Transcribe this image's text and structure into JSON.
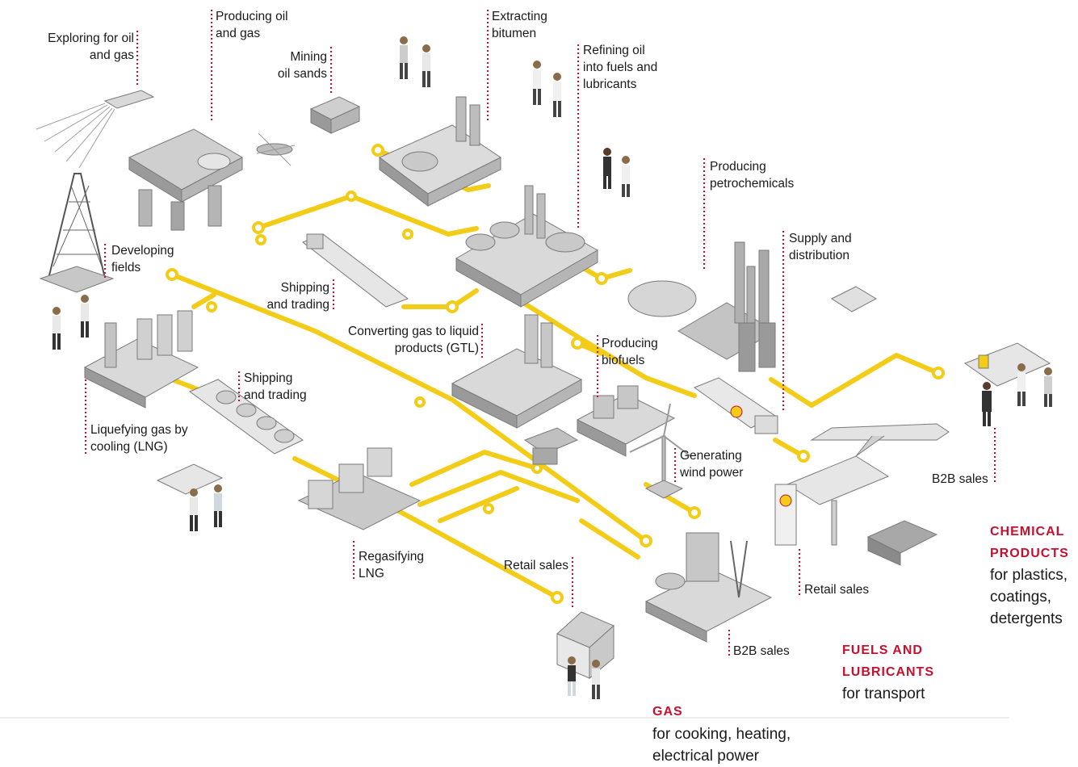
{
  "colors": {
    "pipeline": "#f2cc17",
    "leader": "#c8102e",
    "building_light": "#d9d9d9",
    "building_mid": "#b3b3b3",
    "building_dark": "#8c8c8c",
    "category_heading": "#c8102e"
  },
  "labels": {
    "exploring": "Exploring for oil\nand gas",
    "producing": "Producing oil\nand gas",
    "mining": "Mining\noil sands",
    "extracting": "Extracting\nbitumen",
    "refining": "Refining oil\ninto fuels and\nlubricants",
    "petrochemicals": "Producing\npetrochemicals",
    "supply": "Supply and\ndistribution",
    "developing": "Developing\nfields",
    "shipping_upper": "Shipping\nand trading",
    "gtl": "Converting gas to liquid\nproducts (GTL)",
    "biofuels": "Producing\nbiofuels",
    "shipping_lower": "Shipping\nand trading",
    "lng": "Liquefying gas by\ncooling (LNG)",
    "wind": "Generating\nwind power",
    "b2b_right": "B2B sales",
    "regasifying": "Regasifying\nLNG",
    "retail_gas": "Retail sales",
    "retail_fuel": "Retail sales",
    "b2b_center": "B2B sales"
  },
  "categories": {
    "chemical": {
      "title": "CHEMICAL\nPRODUCTS",
      "desc": "for plastics,\ncoatings,\ndetergents"
    },
    "fuels": {
      "title": "FUELS AND\nLUBRICANTS",
      "desc": "for transport"
    },
    "gas": {
      "title": "GAS",
      "desc": "for cooking, heating,\nelectrical power"
    }
  },
  "icons": {
    "hubs": "building",
    "end_points": "ring",
    "people": "person",
    "vehicles": [
      "ship",
      "tanker",
      "helicopter",
      "truck",
      "airplane",
      "car",
      "combine-harvester"
    ]
  }
}
